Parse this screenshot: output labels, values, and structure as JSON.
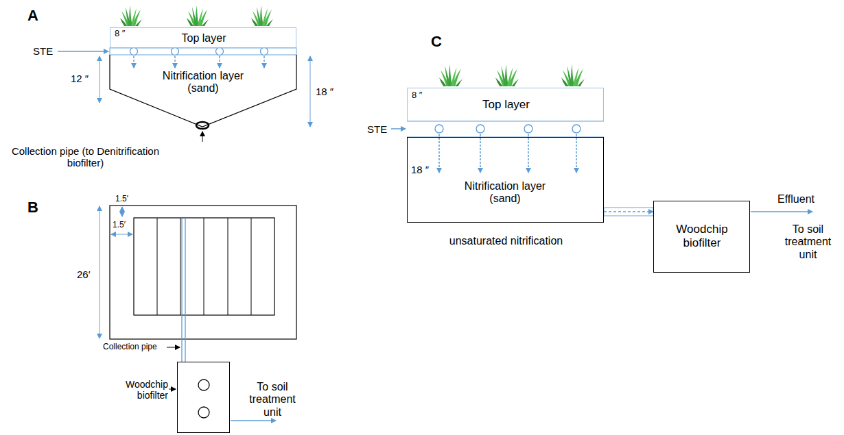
{
  "diagram": {
    "nodes": [
      {
        "text": [
          "8 ″",
          "Top layer"
        ]
      },
      {
        "text": [
          "Nitrification layer (sand)"
        ]
      },
      {
        "text": [
          "Woodchip biofilter"
        ]
      },
      {
        "text": [
          "8 ″",
          "Top layer"
        ]
      },
      {
        "text": [
          "18 ″",
          "Nitrification layer (sand)",
          "unsaturated nitrification"
        ]
      },
      {
        "text": [
          "Woodchip biofilter"
        ]
      }
    ],
    "edges": [
      {
        "from": 4,
        "to": 5,
        "arrow": "to"
      }
    ],
    "labels": [
      "A",
      "STE",
      "12 ″",
      "18 ″",
      "Collection pipe (to Denitrification biofilter)",
      "B",
      "1.5′",
      "1.5′",
      "26′",
      "Collection pipe",
      "To soil treatment unit",
      "C",
      "STE",
      "Effluent",
      "To soil treatment unit"
    ]
  }
}
